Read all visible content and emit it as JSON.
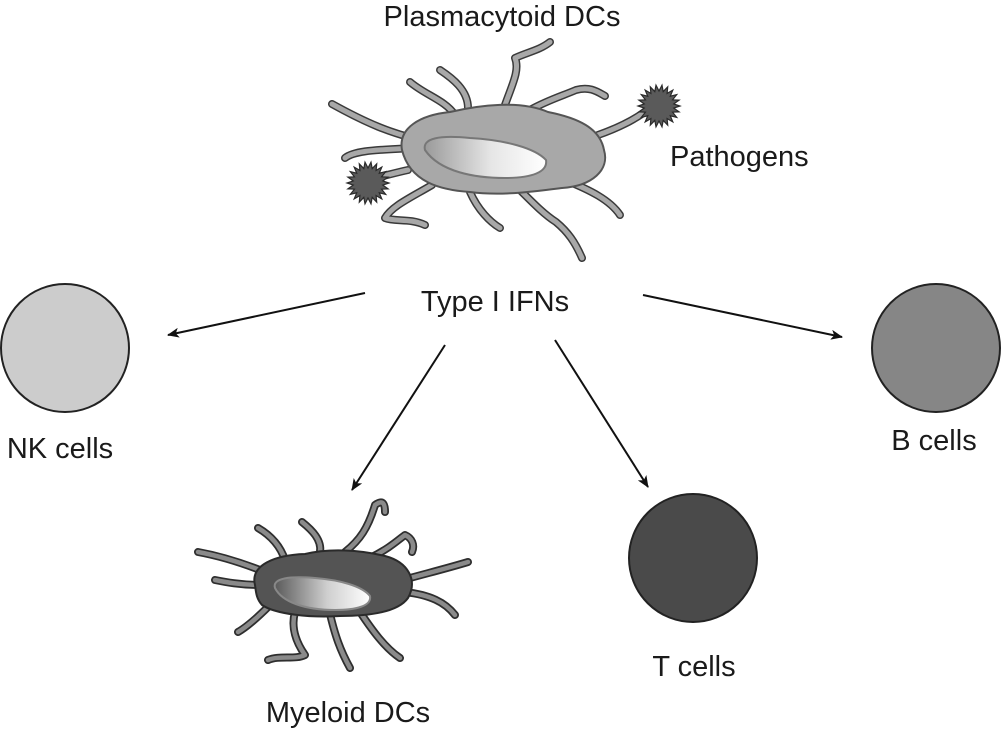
{
  "labels": {
    "plasmacytoid_dcs": "Plasmacytoid DCs",
    "pathogens": "Pathogens",
    "type_i_ifns": "Type I IFNs",
    "nk_cells": "NK cells",
    "b_cells": "B cells",
    "myeloid_dcs": "Myeloid DCs",
    "t_cells": "T cells"
  },
  "colors": {
    "plasmacytoid_cell": "#a8a8a8",
    "myeloid_cell": "#545454",
    "pathogen": "#5a5a5a",
    "nk_cell": "#cccccc",
    "b_cell": "#868686",
    "t_cell": "#4a4a4a",
    "outline": "#222222",
    "arrow": "#111111"
  }
}
